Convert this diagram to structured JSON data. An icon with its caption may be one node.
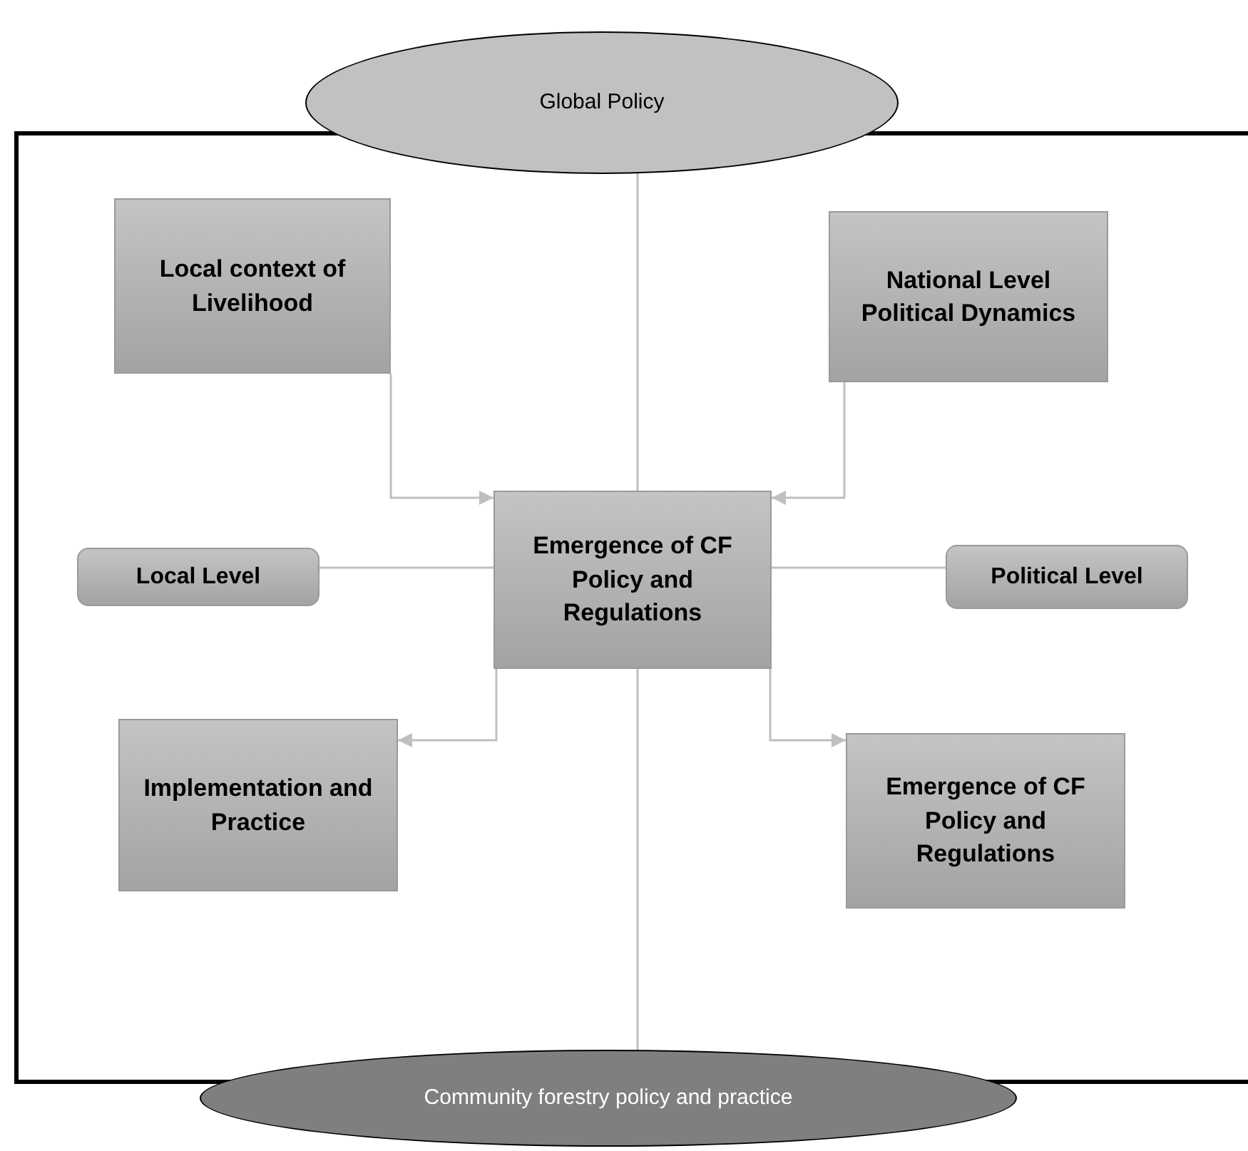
{
  "diagram": {
    "nodes": [
      {
        "text": [
          "Global Policy"
        ]
      },
      {
        "text": [
          "Local context of Livelihood"
        ]
      },
      {
        "text": [
          "National Level Political Dynamics"
        ]
      },
      {
        "text": [
          "Emergence of CF Policy and Regulations"
        ]
      },
      {
        "text": [
          "Local Level"
        ]
      },
      {
        "text": [
          "Political Level"
        ]
      },
      {
        "text": [
          "Implementation and Practice"
        ]
      },
      {
        "text": [
          "Emergence of CF Policy and Regulations"
        ]
      },
      {
        "text": [
          "Community forestry policy and practice"
        ]
      }
    ],
    "edges": [
      {
        "from": 0,
        "to": 3,
        "arrow": "none"
      },
      {
        "from": 1,
        "to": 3,
        "arrow": "to"
      },
      {
        "from": 2,
        "to": 3,
        "arrow": "to"
      },
      {
        "from": 4,
        "to": 3,
        "arrow": "none"
      },
      {
        "from": 3,
        "to": 5,
        "arrow": "none"
      },
      {
        "from": 3,
        "to": 6,
        "arrow": "to"
      },
      {
        "from": 3,
        "to": 7,
        "arrow": "to"
      },
      {
        "from": 3,
        "to": 8,
        "arrow": "none"
      }
    ]
  }
}
